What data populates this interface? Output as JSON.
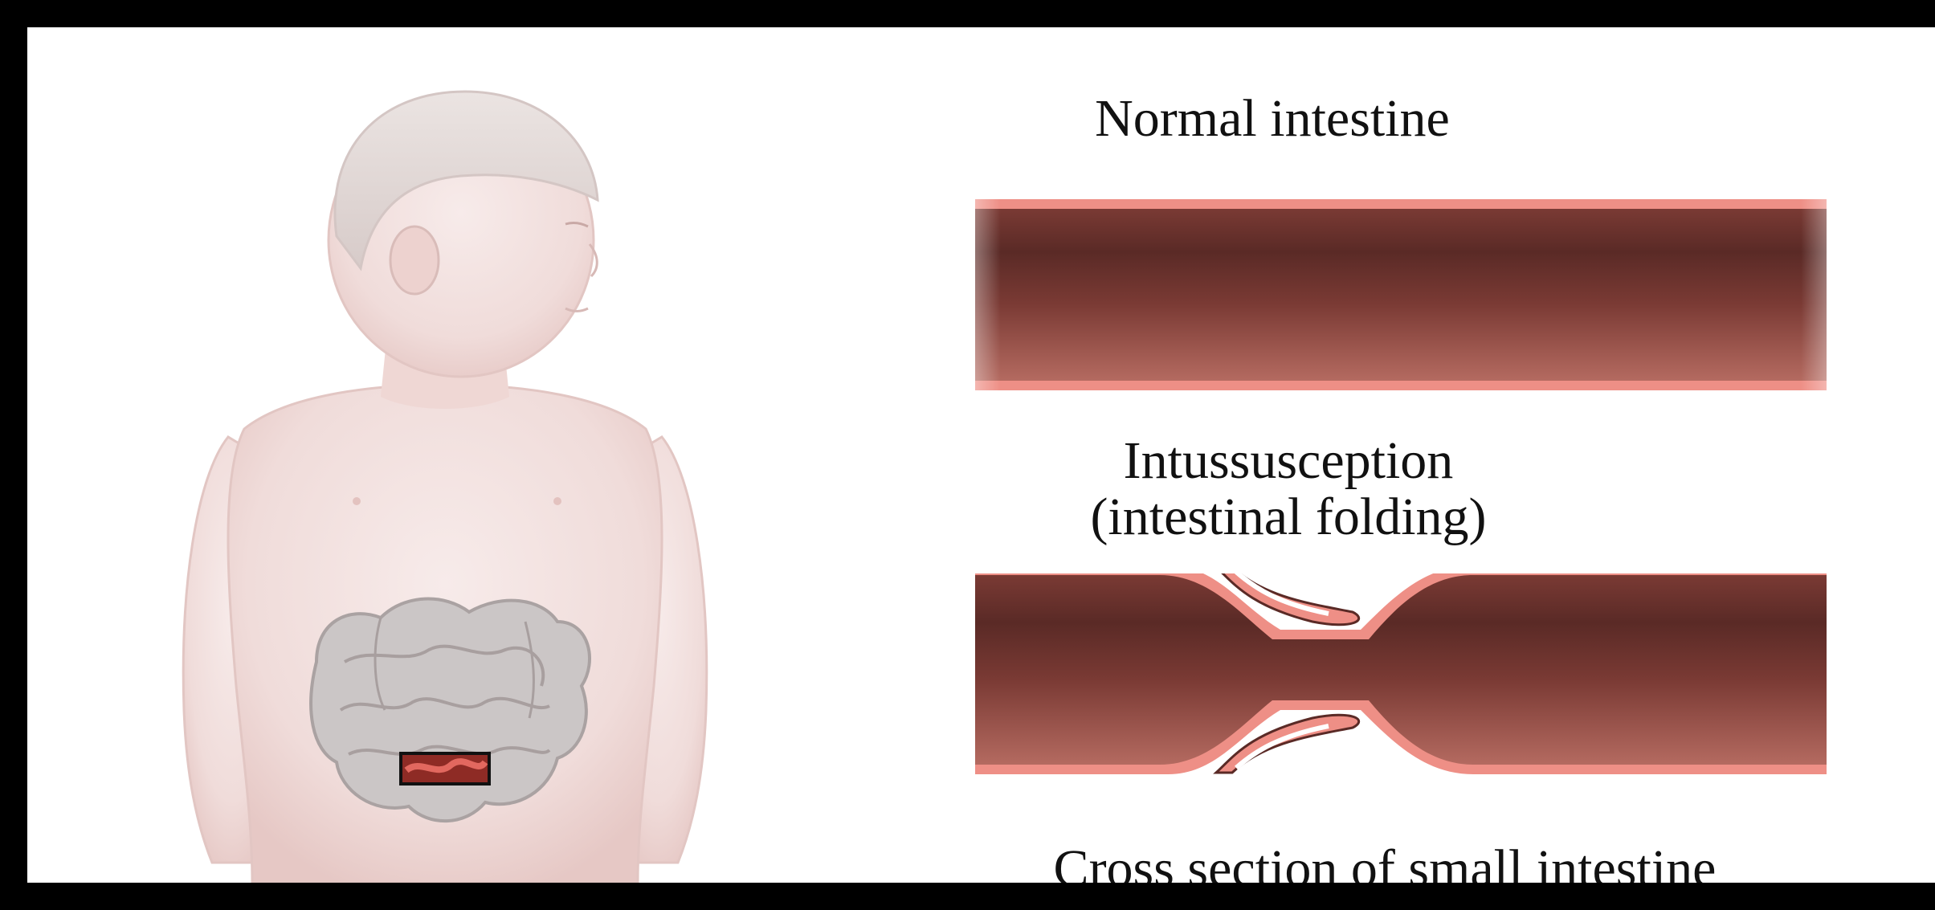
{
  "labels": {
    "normal": "Normal intestine",
    "intussusception_line1": "Intussusception",
    "intussusception_line2": "(intestinal folding)",
    "cross_section": "Cross section of small intestine"
  },
  "colors": {
    "frame": "#000000",
    "background": "#ffffff",
    "tube_dark": "#5a2a26",
    "tube_mid": "#7a3a34",
    "tube_light": "#b46a60",
    "tube_wall": "#ee8f86",
    "skin": "#f1dcda",
    "intestine_gray": "#cfcaca",
    "highlight_red": "#c9433b"
  }
}
